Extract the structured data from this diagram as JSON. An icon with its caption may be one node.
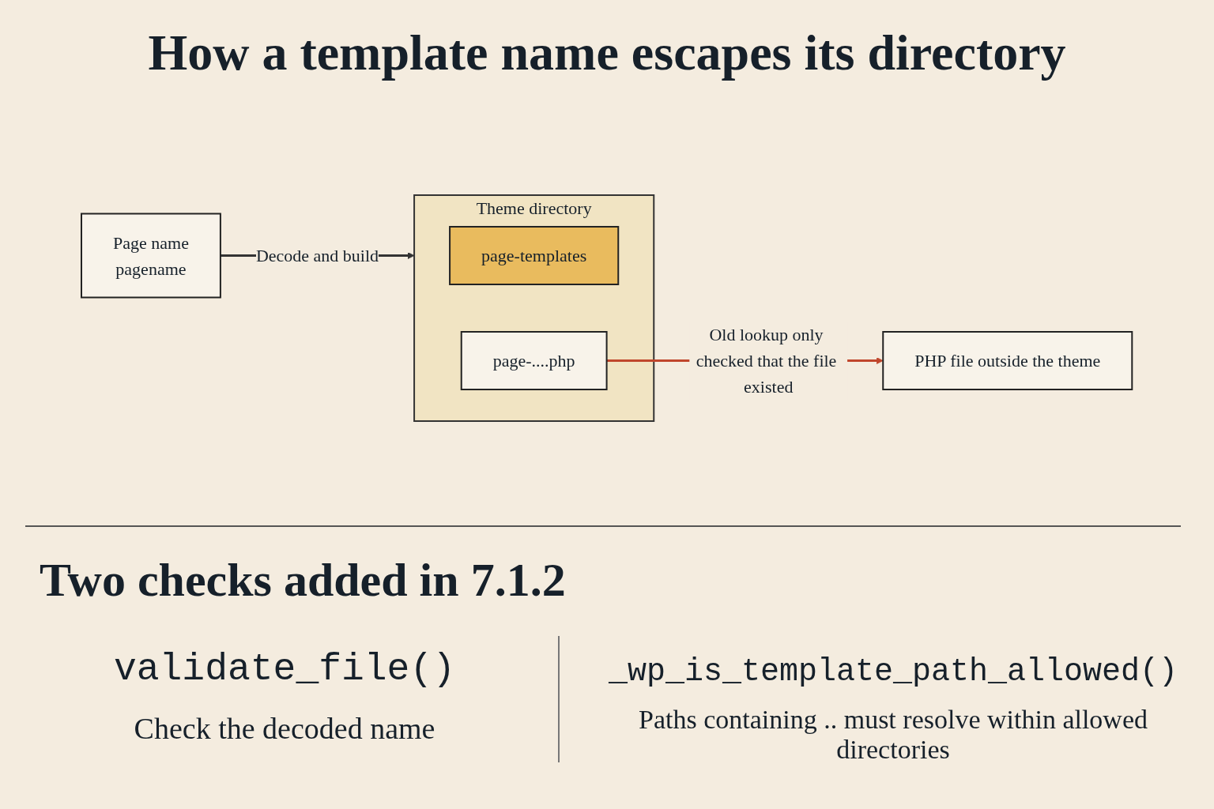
{
  "diagram": {
    "title": "How a template name escapes its directory",
    "nodes": [
      {
        "text": [
          "Page name",
          "pagename"
        ]
      },
      {
        "text": [
          "Theme directory"
        ]
      },
      {
        "text": [
          "page-templates"
        ],
        "in": 1
      },
      {
        "text": [
          "page-....php"
        ],
        "in": 1
      },
      {
        "text": [
          "PHP file outside the theme"
        ]
      }
    ],
    "edges": [
      {
        "from": 0,
        "to": 1,
        "arrow": "to",
        "label": "Decode and build"
      },
      {
        "from": 3,
        "to": 4,
        "arrow": "to",
        "label": "Old lookup only checked that the file existed",
        "color": "#c0462c"
      }
    ],
    "labels": [
      "Two checks added in 7.1.2",
      "validate_file()",
      "Check the decoded name",
      "_wp_is_template_path_allowed()",
      "Paths containing .. must resolve within allowed directories"
    ]
  }
}
